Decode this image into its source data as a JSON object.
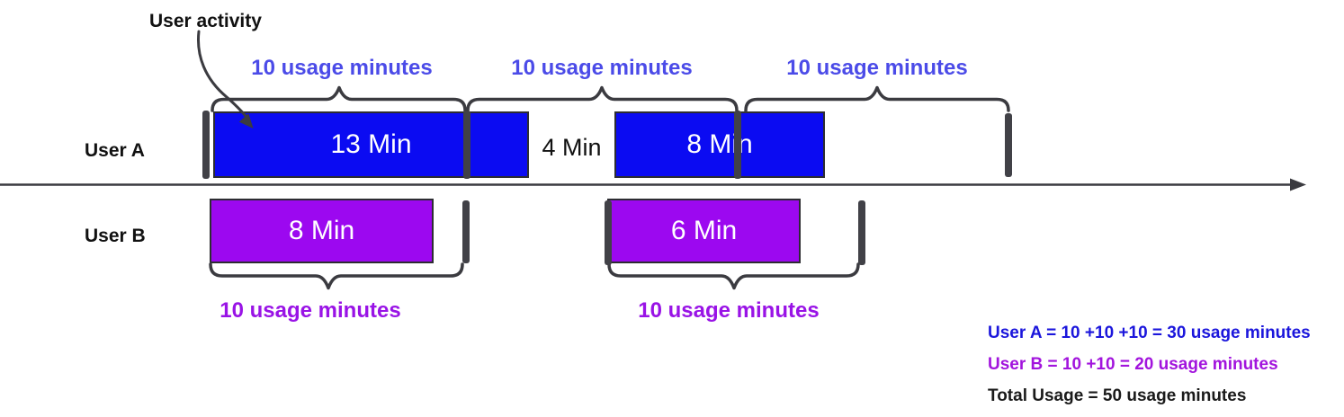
{
  "figure": {
    "annotation_label": "User activity",
    "axis": {
      "description": "horizontal timeline with right arrowhead"
    }
  },
  "users": [
    {
      "label": "User A",
      "bar_color": "#0b0bf2",
      "usage_label_color": "#4b4be8",
      "bars": [
        {
          "label": "13 Min",
          "minutes": 13
        },
        {
          "label": "8 Min",
          "minutes": 8
        }
      ],
      "gap": {
        "label": "4 Min",
        "minutes": 4
      },
      "usage_blocks": [
        {
          "label": "10 usage minutes",
          "minutes": 10
        },
        {
          "label": "10 usage minutes",
          "minutes": 10
        },
        {
          "label": "10 usage minutes",
          "minutes": 10
        }
      ],
      "total_usage_minutes": 30
    },
    {
      "label": "User B",
      "bar_color": "#9c08f0",
      "usage_label_color": "#9913e6",
      "bars": [
        {
          "label": "8 Min",
          "minutes": 8
        },
        {
          "label": "6 Min",
          "minutes": 6
        }
      ],
      "usage_blocks": [
        {
          "label": "10 usage minutes",
          "minutes": 10
        },
        {
          "label": "10 usage minutes",
          "minutes": 10
        }
      ],
      "total_usage_minutes": 20
    }
  ],
  "summary": [
    {
      "text": "User A = 10 +10 +10 = 30 usage minutes",
      "color": "#1b16dc"
    },
    {
      "text": "User B = 10 +10 = 20 usage minutes",
      "color": "#a214dd"
    },
    {
      "text": "Total Usage = 50 usage minutes",
      "color": "#1a1a1a"
    }
  ],
  "colors": {
    "user_a_bar": "#0b0bf2",
    "user_b_bar": "#9c08f0",
    "user_a_usage_label": "#4b4be8",
    "user_b_usage_label": "#9913e6",
    "stroke_dark": "#3b3b40",
    "bar_label_text": "#ffffff"
  },
  "total_usage_minutes": 50
}
